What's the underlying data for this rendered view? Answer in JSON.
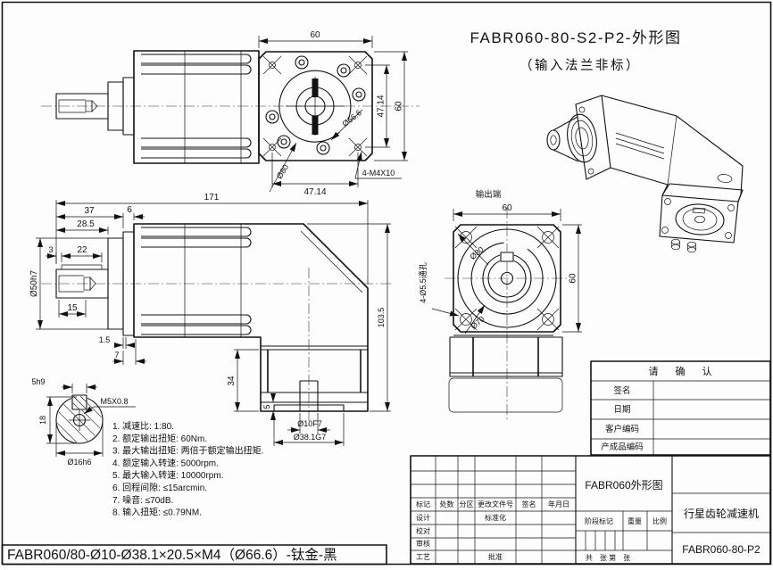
{
  "title": {
    "line1": "FABR060-80-S2-P2-外形图",
    "line2": "（输入法兰非标）"
  },
  "strip": {
    "part_code": "FABR060/80-Ø10-Ø38.1×20.5×M4（Ø66.6）-钛金-黑"
  },
  "notes": [
    "1. 减速比: 1:80.",
    "2. 额定输出扭矩: 60Nm.",
    "3. 最大输出扭矩: 两倍于额定输出扭矩.",
    "4. 额定输入转速: 5000rpm.",
    "5. 最大输入转速: 10000rpm.",
    "6. 回程间隙: ≤15arcmin.",
    "7. 噪音: ≤70dB.",
    "8. 输入扭矩: ≤0.79NM."
  ],
  "input_view": {
    "dim_width_top": "60",
    "dim_bolt_v": "47.14",
    "dim_height_right": "60",
    "dim_bolt_h": "47.14",
    "pilot_dia": "Ø66.6",
    "bolt_circle": "Ø80",
    "screw_callout": "4-M4X10"
  },
  "side_view": {
    "overall_length": "171",
    "dim_flange_offset": "37",
    "dim_shaft_len": "28.5",
    "dim_plate": "6",
    "dim_key_offset": "3",
    "dim_key_len": "22",
    "dim_slot_len": "15",
    "dim_step": "1.5",
    "dim_plate_len": "7",
    "dim_foot": "34",
    "dim_bore_depth": "5",
    "shaft_dia": "Ø50h7",
    "overall_height": "103.5",
    "bore": "Ø10F7",
    "spigot": "Ø38.1G7"
  },
  "shaft_detail": {
    "keyway": "5h9",
    "height": "18",
    "dia": "Ø16h6",
    "thread": "M5X0.8"
  },
  "output_view": {
    "label": "输出端",
    "dim_width": "60",
    "dim_height": "60",
    "bolt_circle": "Ø80",
    "pilot_dia": "Ø70",
    "hole_callout": "4-Ø5.5通孔"
  },
  "confirm": {
    "header": "请 确 认",
    "rows": [
      "签名",
      "日期",
      "客户编码",
      "产成品编码"
    ]
  },
  "title_block": {
    "rev_headers": [
      "标记",
      "处数",
      "分区",
      "更改文件号",
      "签名",
      "年月日"
    ],
    "roles": [
      "设计",
      "校对",
      "审核",
      "工艺"
    ],
    "standardization": "标准化",
    "approval": "批准",
    "drawing_name": "FABR060外形图",
    "stage_mark": "阶段标记",
    "weight": "重量",
    "scale": "比例",
    "sheet_info": "共　张  第　张",
    "product_name": "行星齿轮减速机",
    "drawing_code": "FABR060-80-P2"
  }
}
